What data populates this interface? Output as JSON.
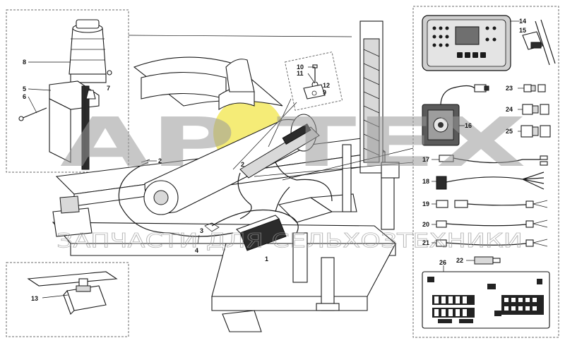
{
  "callouts": {
    "c1": "1",
    "c2a": "2",
    "c2b": "2",
    "c3": "3",
    "c4": "4",
    "c5": "5",
    "c6": "6",
    "c7": "7",
    "c8": "8",
    "c9": "9",
    "c10": "10",
    "c11": "11",
    "c12": "12",
    "c13": "13",
    "c14": "14",
    "c15": "15",
    "c16": "16",
    "c17": "17",
    "c18": "18",
    "c19": "19",
    "c20": "20",
    "c21": "21",
    "c22": "22",
    "c23": "23",
    "c24": "24",
    "c25": "25",
    "c26": "26"
  },
  "watermark": {
    "logo_text": "ΑΡ ТЕХ",
    "subtitle": "ЗАПЧАСТИ ДЛЯ СЕЛЬХОЗТЕХНИКИ"
  },
  "colors": {
    "watermark_yellow": "#f2e64a",
    "watermark_gray": "#9a9a9a",
    "panel_gray": "#cfcfcf"
  }
}
